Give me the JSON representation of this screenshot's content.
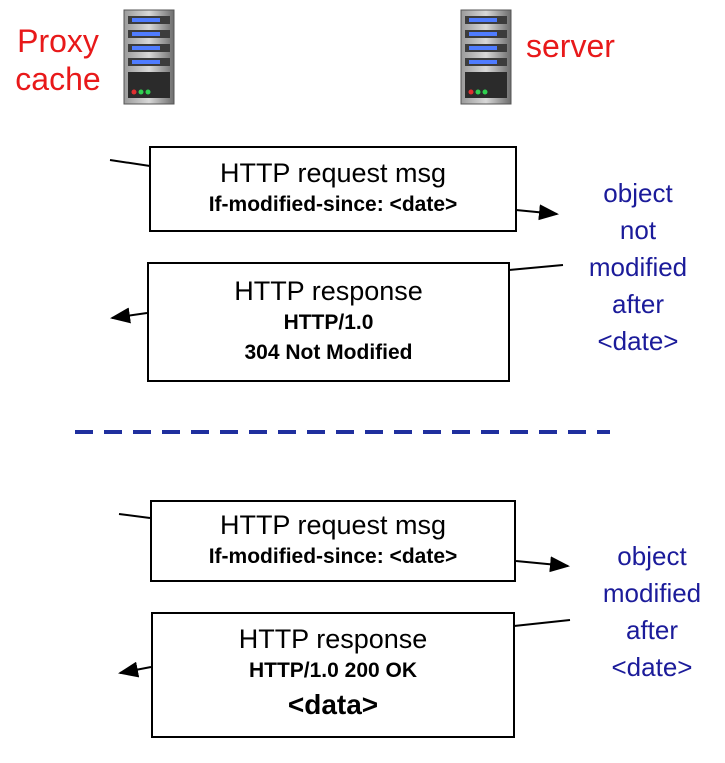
{
  "nodes": {
    "proxy_label_line1": "Proxy",
    "proxy_label_line2": "cache",
    "server_label": "server"
  },
  "scenario_1": {
    "request": {
      "title": "HTTP request msg",
      "header": "If-modified-since: <date>"
    },
    "response": {
      "title": "HTTP response",
      "line1": "HTTP/1.0",
      "line2": "304 Not Modified"
    },
    "server_note": [
      "object",
      "not",
      "modified",
      "after",
      "<date>"
    ]
  },
  "scenario_2": {
    "request": {
      "title": "HTTP request msg",
      "header": "If-modified-since: <date>"
    },
    "response": {
      "title": "HTTP response",
      "line1": "HTTP/1.0 200 OK",
      "line2": "<data>"
    },
    "server_note": [
      "object",
      "modified",
      "after",
      "<date>"
    ]
  },
  "colors": {
    "label": "#e8191a",
    "note": "#1b1b9a",
    "divider": "#1f2f9e"
  },
  "icons": {
    "proxy": "server-tower-icon",
    "server": "server-tower-icon"
  }
}
